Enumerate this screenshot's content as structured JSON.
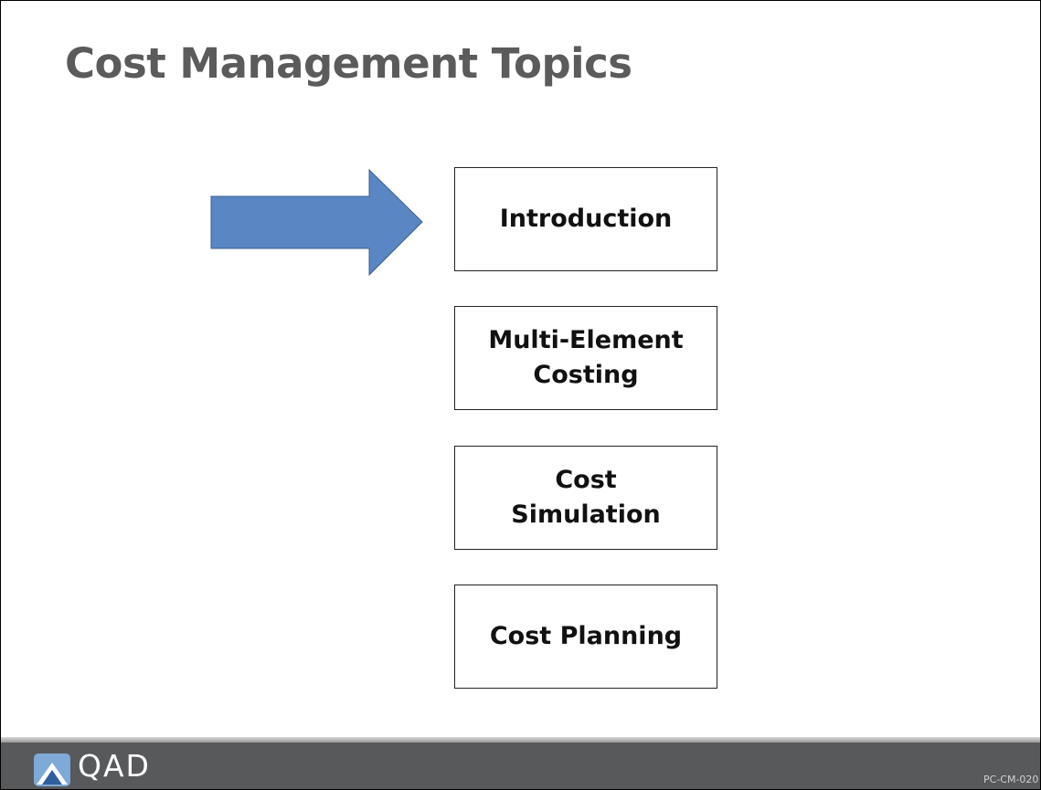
{
  "slide": {
    "title": "Cost Management Topics",
    "topics": [
      {
        "lines": [
          "Introduction"
        ],
        "current": true
      },
      {
        "lines": [
          "Multi-Element",
          "Costing"
        ],
        "current": false
      },
      {
        "lines": [
          "Cost",
          "Simulation"
        ],
        "current": false
      },
      {
        "lines": [
          "Cost Planning"
        ],
        "current": false
      }
    ],
    "indicator": {
      "icon": "arrow-right-icon",
      "color": "#5a86c4",
      "outline": "#3d5f91"
    }
  },
  "footer": {
    "brand": "QAD",
    "slide_code": "PC-CM-020",
    "background": "#58595b"
  }
}
